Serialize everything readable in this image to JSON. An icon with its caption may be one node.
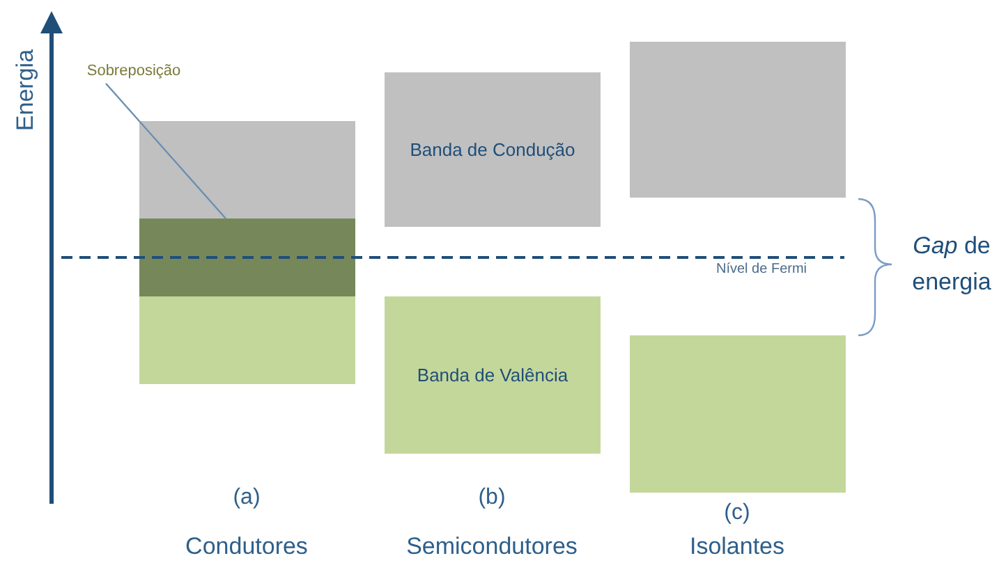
{
  "diagram": {
    "nodes": [
      {
        "text": [
          "Sobreposição"
        ]
      },
      {
        "text": [],
        "shape": "box"
      },
      {
        "text": [],
        "shape": "box"
      },
      {
        "text": [],
        "shape": "box"
      },
      {
        "text": [
          "Banda de Condução"
        ]
      },
      {
        "text": [
          "Banda de Valência"
        ]
      },
      {
        "text": [],
        "shape": "box"
      },
      {
        "text": [],
        "shape": "box"
      }
    ],
    "edges": [
      {
        "from": 0,
        "to": 2,
        "arrow": "none"
      }
    ],
    "labels": [
      "Energia",
      "Nível de Fermi",
      "*Gap* de energia",
      "(a)",
      "Condutores",
      "(b)",
      "Semicondutores",
      "(c)",
      "Isolantes"
    ]
  }
}
